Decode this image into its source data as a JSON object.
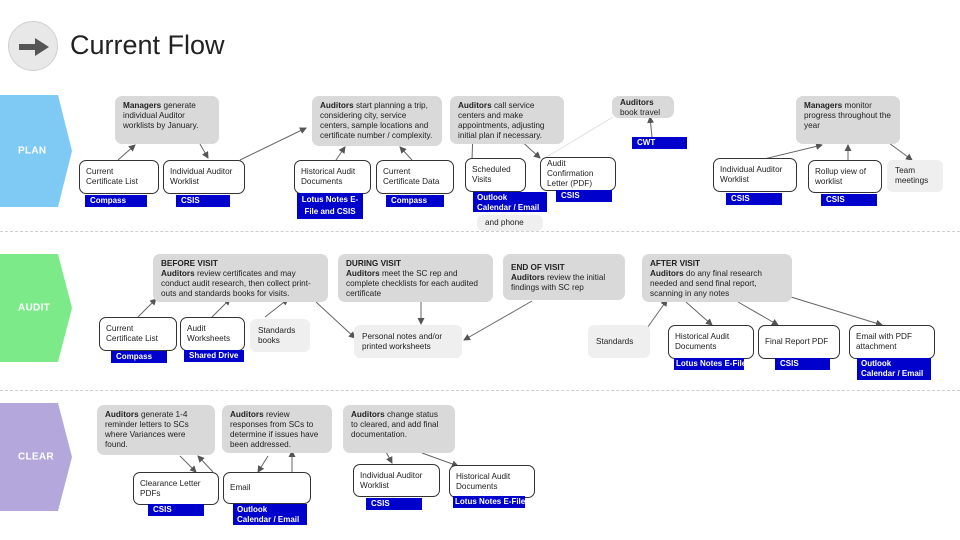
{
  "title": "Current Flow",
  "colors": {
    "plan": "#7fcaf5",
    "audit": "#7dea8a",
    "clear": "#b4a7dc",
    "tag": "#0000cc"
  },
  "phases": {
    "plan": "PLAN",
    "audit": "AUDIT",
    "clear": "CLEAR"
  },
  "plan": {
    "note_managers": {
      "bold": "Managers",
      "text": " generate individual Auditor worklists by January."
    },
    "note_auditors_planning": {
      "bold": "Auditors",
      "text": " start planning a trip, considering city, service centers, sample locations and certificate number / complexity."
    },
    "note_auditors_call": {
      "bold": "Auditors",
      "text": " call service centers and make appointments, adjusting initial plan if necessary."
    },
    "note_auditors_travel": {
      "bold": "Auditors",
      "text": " book travel"
    },
    "note_managers_monitor": {
      "bold": "Managers",
      "text": " monitor progress throughout the year"
    },
    "boxes": {
      "current_cert_list": "Current Certificate List",
      "individual_worklist": "Individual Auditor Worklist",
      "historical_docs": "Historical Audit Documents",
      "current_cert_data": "Current Certificate Data",
      "scheduled_visits": "Scheduled Visits",
      "audit_confirmation": "Audit Confirmation Letter (PDF)",
      "individual_worklist_2": "Individual Auditor Worklist",
      "rollup": "Rollup view of worklist",
      "team_meetings": "Team meetings"
    },
    "tags": {
      "compass_1": "Compass",
      "csis_1": "CSIS",
      "lotus_and_csis": "Lotus Notes E-File and CSIS",
      "compass_2": "Compass",
      "outlook": "Outlook  Calendar / Email",
      "csis_2": "CSIS",
      "cwt": "CWT",
      "csis_3": "CSIS",
      "csis_4": "CSIS"
    },
    "and_phone": "and phone"
  },
  "audit": {
    "before": {
      "heading": "BEFORE VISIT",
      "bold": "Auditors",
      "text": " review certificates and may conduct audit research, then collect print-outs and standards books for visits."
    },
    "during": {
      "heading": "DURING VISIT",
      "bold": "Auditors",
      "text": " meet the SC rep and complete checklists for each audited certificate"
    },
    "end": {
      "heading": "END OF VISIT",
      "bold": "Auditors",
      "text": " review the initial findings with SC rep"
    },
    "after": {
      "heading": "AFTER VISIT",
      "bold": "Auditors",
      "text": " do any final research needed and send final report, scanning in any notes"
    },
    "boxes": {
      "current_cert_list": "Current Certificate List",
      "audit_worksheets": "Audit Worksheets",
      "standards_books": "Standards books",
      "personal_notes": "Personal notes and/or printed worksheets",
      "standards": "Standards",
      "historical_docs": "Historical Audit Documents",
      "final_report": "Final Report PDF",
      "email_pdf": "Email with PDF attachment"
    },
    "tags": {
      "compass": "Compass",
      "shared_drive": "Shared Drive",
      "lotus": "Lotus Notes E-File",
      "csis": "CSIS",
      "outlook": "Outlook  Calendar / Email"
    }
  },
  "clear": {
    "note_reminder": {
      "bold": "Auditors",
      "text": " generate 1-4 reminder letters to SCs where Variances were found."
    },
    "note_review": {
      "bold": "Auditors",
      "text": " review responses from SCs to determine if issues have been addressed."
    },
    "note_status": {
      "bold": "Auditors",
      "text": " change status to cleared, and add final documentation."
    },
    "boxes": {
      "clearance_pdfs": "Clearance Letter PDFs",
      "email": "Email",
      "individual_worklist": "Individual Auditor Worklist",
      "historical_docs": "Historical Audit Documents"
    },
    "tags": {
      "csis_1": "CSIS",
      "outlook": "Outlook  Calendar / Email",
      "csis_2": "CSIS",
      "lotus": "Lotus Notes E-File"
    }
  }
}
